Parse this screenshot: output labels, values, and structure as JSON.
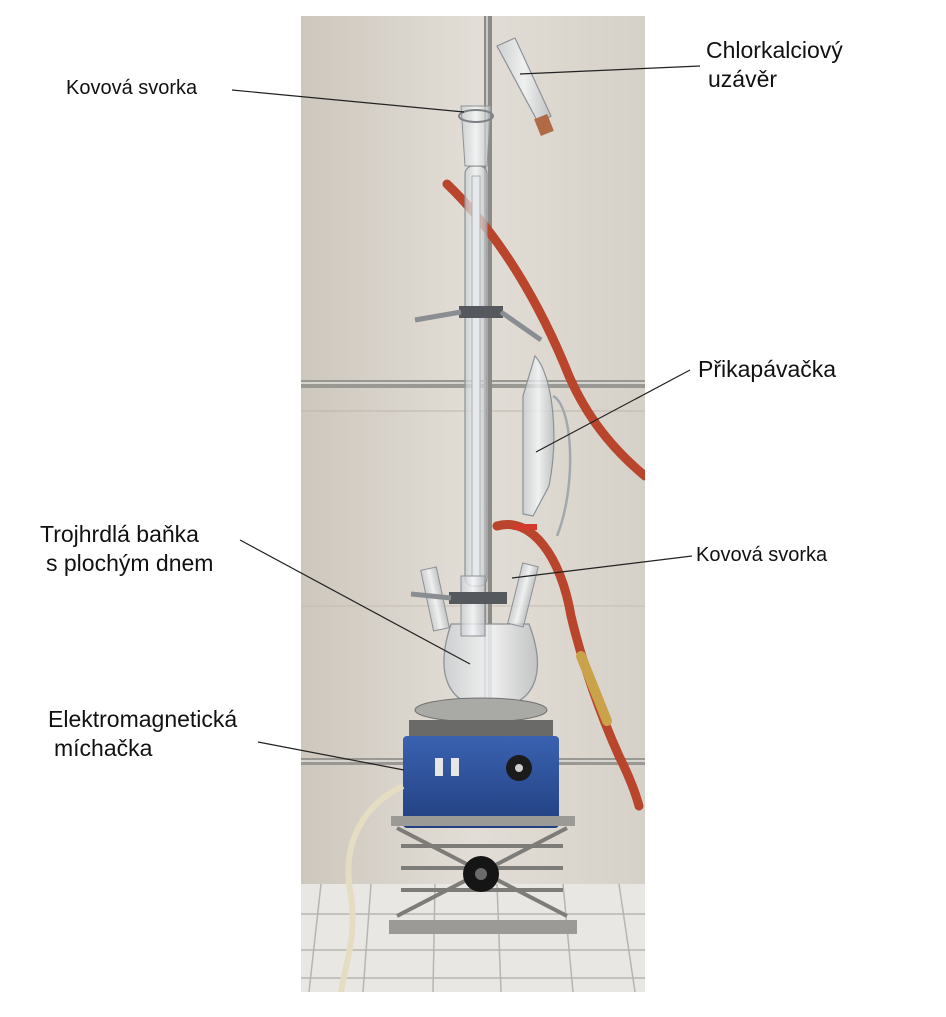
{
  "labels": {
    "clamp_top": "Kovová svorka",
    "drying_tube_line1": "Chlorkalciový",
    "drying_tube_line2": "uzávěr",
    "dropping_funnel": "Přikapávačka",
    "flask_line1": "Trojhrdlá baňka",
    "flask_line2": "s plochým dnem",
    "clamp_bottom": "Kovová svorka",
    "stirrer_line1": "Elektromagnetická",
    "stirrer_line2": "míchačka"
  },
  "colors": {
    "wall": "#d9d4cc",
    "tile_floor": "#e7e6e4",
    "tubing": "#b8452c",
    "stirrer_body": "#2c4f9a",
    "lab_jack": "#9b9a96",
    "rod": "#8c8a86"
  }
}
